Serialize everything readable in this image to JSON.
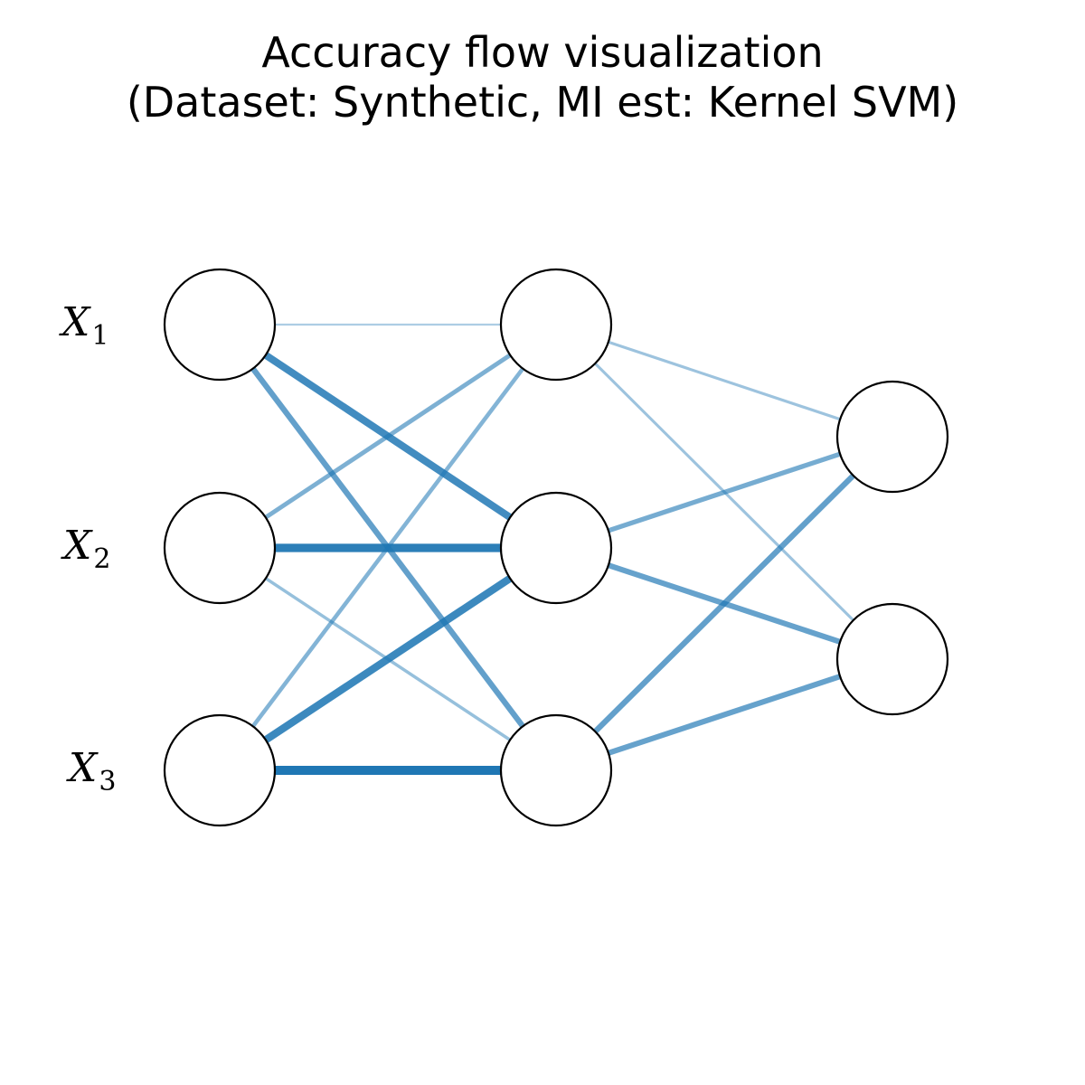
{
  "figure": {
    "title_line_1": "Accuracy flow visualization",
    "title_line_2": "(Dataset: Synthetic, MI est: Kernel SVM)",
    "edge_color": "#1f77b4",
    "node_fill": "#ffffff",
    "node_stroke": "#000000"
  },
  "network": {
    "layers": [
      {
        "name": "input",
        "nodes": 3,
        "labels": [
          {
            "base": "X",
            "sub": "1"
          },
          {
            "base": "X",
            "sub": "2"
          },
          {
            "base": "X",
            "sub": "3"
          }
        ]
      },
      {
        "name": "hidden",
        "nodes": 3
      },
      {
        "name": "output",
        "nodes": 2
      }
    ],
    "edges": [
      {
        "from": [
          0,
          0
        ],
        "to": [
          1,
          0
        ],
        "flow": 0.12
      },
      {
        "from": [
          0,
          0
        ],
        "to": [
          1,
          1
        ],
        "flow": 0.78
      },
      {
        "from": [
          0,
          0
        ],
        "to": [
          1,
          2
        ],
        "flow": 0.58
      },
      {
        "from": [
          0,
          1
        ],
        "to": [
          1,
          0
        ],
        "flow": 0.42
      },
      {
        "from": [
          0,
          1
        ],
        "to": [
          1,
          1
        ],
        "flow": 0.92
      },
      {
        "from": [
          0,
          1
        ],
        "to": [
          1,
          2
        ],
        "flow": 0.26
      },
      {
        "from": [
          0,
          2
        ],
        "to": [
          1,
          0
        ],
        "flow": 0.38
      },
      {
        "from": [
          0,
          2
        ],
        "to": [
          1,
          1
        ],
        "flow": 0.82
      },
      {
        "from": [
          0,
          2
        ],
        "to": [
          1,
          2
        ],
        "flow": 1.0
      },
      {
        "from": [
          1,
          0
        ],
        "to": [
          2,
          0
        ],
        "flow": 0.22
      },
      {
        "from": [
          1,
          0
        ],
        "to": [
          2,
          1
        ],
        "flow": 0.22
      },
      {
        "from": [
          1,
          1
        ],
        "to": [
          2,
          0
        ],
        "flow": 0.46
      },
      {
        "from": [
          1,
          1
        ],
        "to": [
          2,
          1
        ],
        "flow": 0.56
      },
      {
        "from": [
          1,
          2
        ],
        "to": [
          2,
          0
        ],
        "flow": 0.58
      },
      {
        "from": [
          1,
          2
        ],
        "to": [
          2,
          1
        ],
        "flow": 0.56
      }
    ]
  }
}
